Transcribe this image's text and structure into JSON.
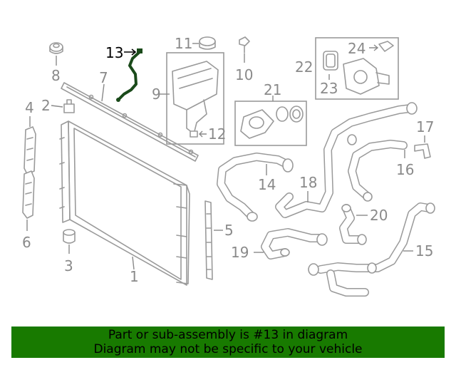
{
  "callouts": {
    "c1": "1",
    "c2": "2",
    "c3": "3",
    "c4": "4",
    "c5": "5",
    "c6": "6",
    "c7": "7",
    "c8": "8",
    "c9": "9",
    "c10": "10",
    "c11": "11",
    "c12": "12",
    "c13": "13",
    "c14": "14",
    "c15": "15",
    "c16": "16",
    "c17": "17",
    "c18": "18",
    "c19": "19",
    "c20": "20",
    "c21": "21",
    "c22": "22",
    "c23": "23",
    "c24": "24"
  },
  "highlighted_part": "13",
  "colors": {
    "banner": "#187a00",
    "highlight": "#1a4a1a",
    "linework": "#9a9a9a"
  },
  "banner": {
    "line1": "Part or sub-assembly is #13 in diagram",
    "line2": "Diagram may not be specific to your vehicle"
  }
}
